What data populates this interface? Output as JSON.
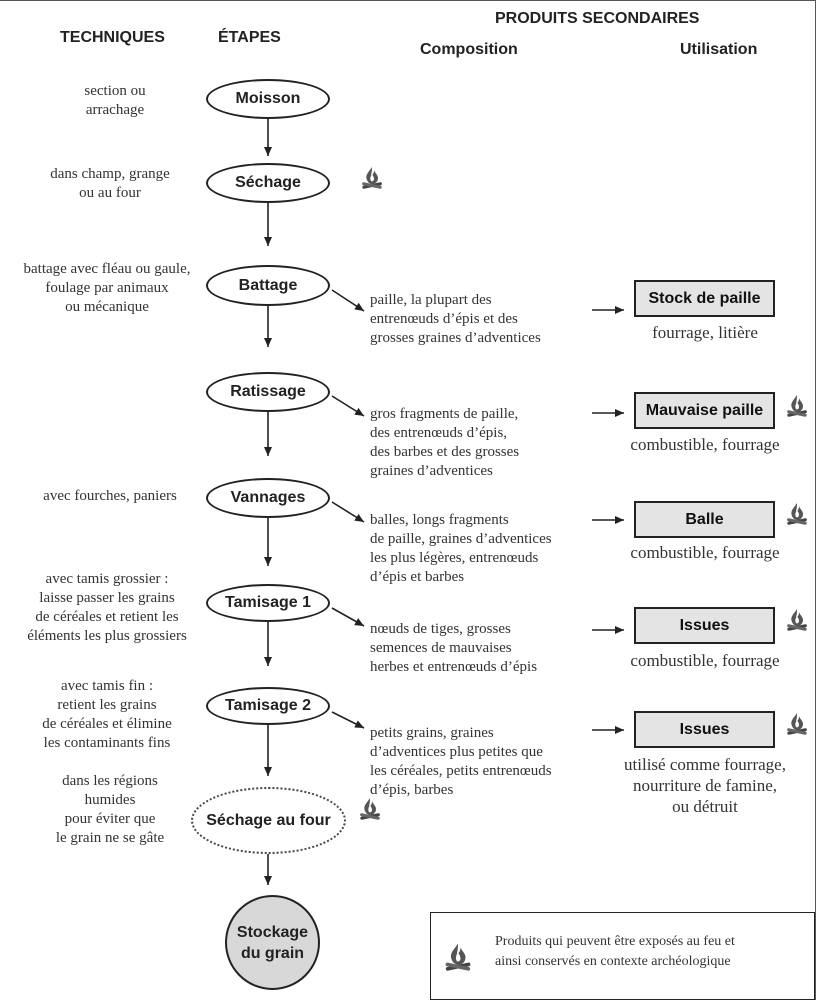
{
  "headers": {
    "techniques": "TECHNIQUES",
    "etapes": "ÉTAPES",
    "produits": "PRODUITS SECONDAIRES",
    "composition": "Composition",
    "utilisation": "Utilisation"
  },
  "stages": [
    "Moisson",
    "Séchage",
    "Battage",
    "Ratissage",
    "Vannages",
    "Tamisage 1",
    "Tamisage 2",
    "Séchage au four",
    "Stockage\ndu grain"
  ],
  "techniques": [
    "section ou\narrachage",
    "dans champ, grange\nou au four",
    "battage avec fléau ou gaule,\nfoulage par animaux\nou mécanique",
    "avec fourches, paniers",
    "avec tamis grossier :\nlaisse passer les grains\nde céréales et retient les\néléments les plus grossiers",
    "avec tamis fin :\nretient les grains\nde céréales et élimine\nles contaminants fins",
    "dans les régions\nhumides\npour éviter que\nle grain ne se gâte"
  ],
  "compositions": [
    "paille, la plupart des\nentrenœuds d’épis et des\ngrosses graines d’adventices",
    "gros fragments de paille,\ndes entrenœuds d’épis,\ndes barbes et des grosses\ngraines d’adventices",
    "balles, longs fragments\nde paille, graines d’adventices\nles plus légères, entrenœuds\nd’épis et barbes",
    "nœuds de tiges, grosses\nsemences de mauvaises\nherbes et entrenœuds d’épis",
    "petits grains, graines\nd’adventices plus petites que\nles céréales, petits entrenœuds\nd’épis, barbes"
  ],
  "products": [
    {
      "name": "Stock de paille",
      "use": "fourrage, litière",
      "fire": false
    },
    {
      "name": "Mauvaise paille",
      "use": "combustible, fourrage",
      "fire": true
    },
    {
      "name": "Balle",
      "use": "combustible, fourrage",
      "fire": true
    },
    {
      "name": "Issues",
      "use": "combustible, fourrage",
      "fire": true
    },
    {
      "name": "Issues",
      "use": "utilisé comme fourrage,\nnourriture de famine,\nou détruit",
      "fire": true
    }
  ],
  "legend": {
    "icon": "campfire-icon",
    "text": "Produits qui peuvent être exposés au feu et\nainsi conservés en contexte archéologique"
  }
}
